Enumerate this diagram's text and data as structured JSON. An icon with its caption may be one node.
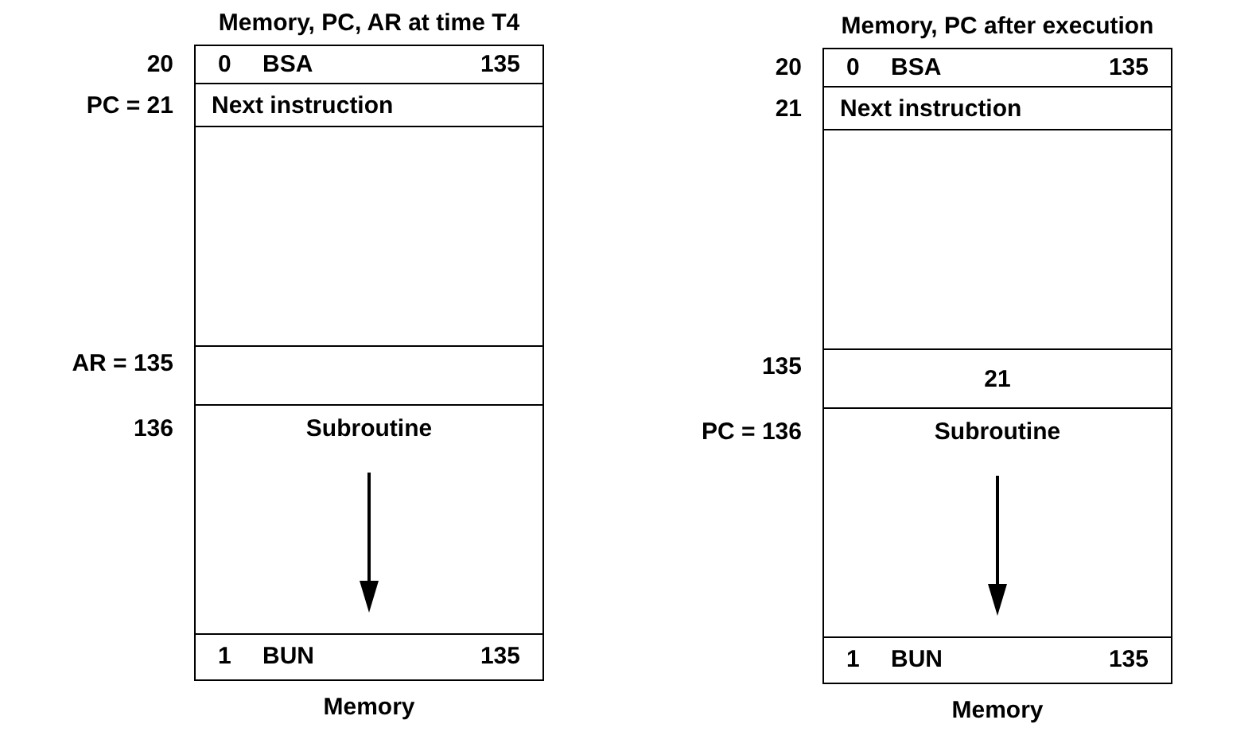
{
  "diagram": {
    "nodes": [
      {
        "text": [
          "Memory, PC, AR at time T4",
          "Memory"
        ]
      },
      {
        "text": [
          "0",
          "BSA",
          "135"
        ],
        "in": 0,
        "beside": [
          "20"
        ]
      },
      {
        "text": [
          "Next instruction"
        ],
        "in": 0,
        "beside": [
          "PC = 21"
        ]
      },
      {
        "text": [],
        "shape": "box",
        "in": 0
      },
      {
        "text": [],
        "shape": "box",
        "in": 0,
        "beside": [
          "AR = 135"
        ]
      },
      {
        "text": [
          "Subroutine"
        ],
        "in": 0,
        "beside": [
          "136"
        ]
      },
      {
        "text": [
          "1",
          "BUN",
          "135"
        ],
        "in": 0
      },
      {
        "text": [
          "Memory, PC after execution",
          "Memory"
        ]
      },
      {
        "text": [
          "0",
          "BSA",
          "135"
        ],
        "in": 7,
        "beside": [
          "20"
        ]
      },
      {
        "text": [
          "Next instruction"
        ],
        "in": 7,
        "beside": [
          "21"
        ]
      },
      {
        "text": [],
        "shape": "box",
        "in": 7
      },
      {
        "text": [
          "21"
        ],
        "in": 7,
        "beside": [
          "135"
        ]
      },
      {
        "text": [
          "Subroutine"
        ],
        "in": 7,
        "beside": [
          "PC = 136"
        ]
      },
      {
        "text": [
          "1",
          "BUN",
          "135"
        ],
        "in": 7
      }
    ]
  }
}
